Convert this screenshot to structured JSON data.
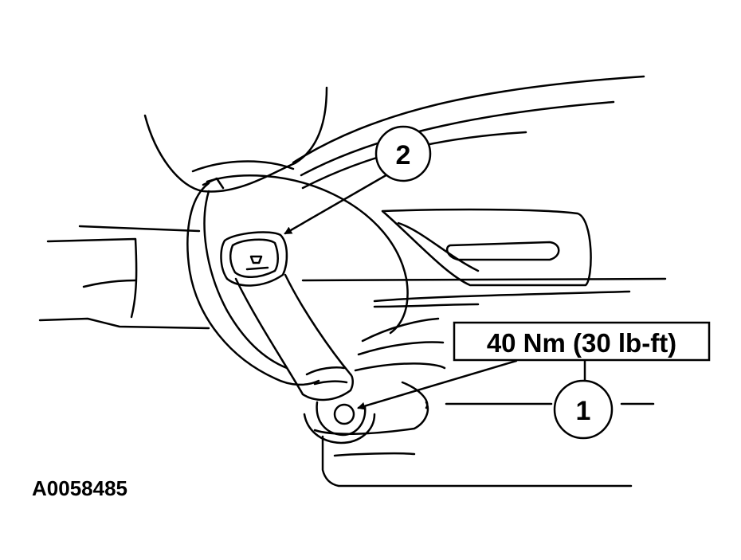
{
  "diagram": {
    "callouts": [
      {
        "number": "1"
      },
      {
        "number": "2"
      }
    ],
    "torque_spec": "40 Nm (30 lb-ft)",
    "figure_id": "A0058485"
  },
  "colors": {
    "line": "#000000",
    "background": "#ffffff"
  }
}
